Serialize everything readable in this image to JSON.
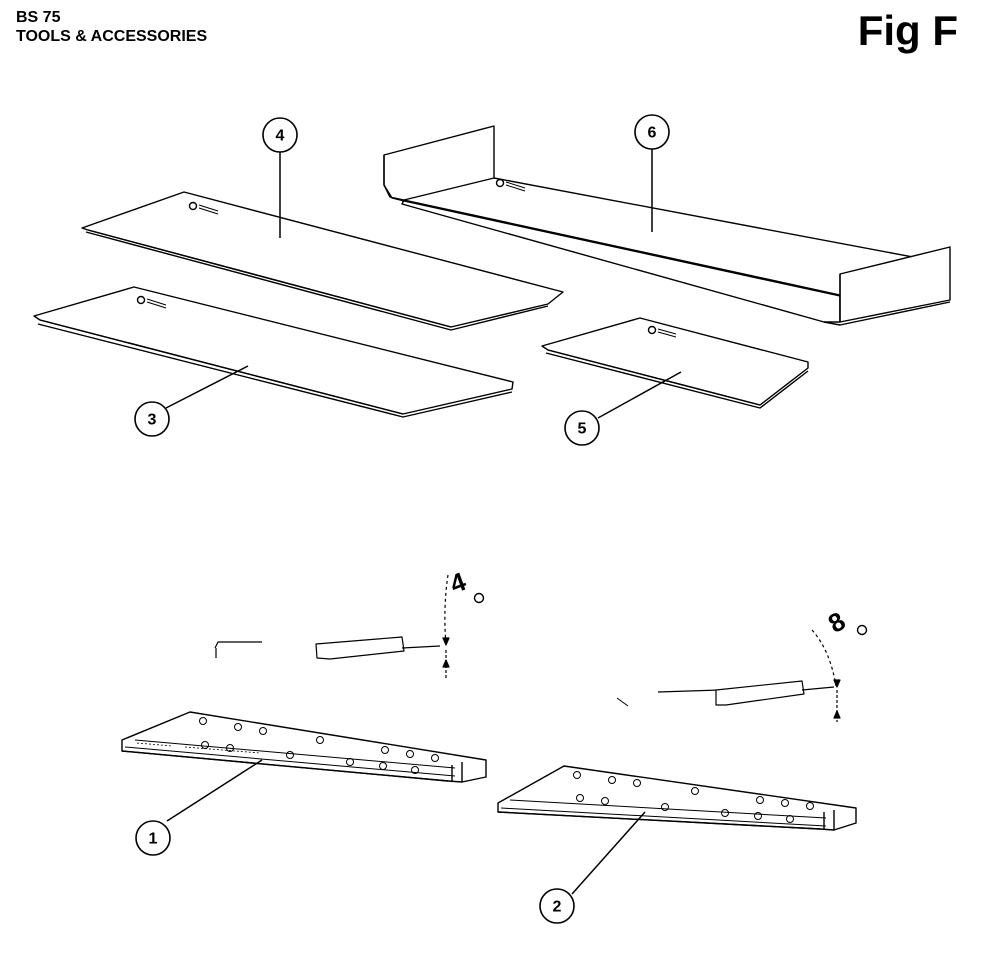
{
  "header": {
    "model": "BS 75",
    "section": "TOOLS & ACCESSORIES",
    "figure": "Fig F"
  },
  "callouts": [
    {
      "id": "1",
      "label": "1"
    },
    {
      "id": "2",
      "label": "2"
    },
    {
      "id": "3",
      "label": "3"
    },
    {
      "id": "4",
      "label": "4"
    },
    {
      "id": "5",
      "label": "5"
    },
    {
      "id": "6",
      "label": "6"
    }
  ],
  "annotations": {
    "angle_left": "4",
    "angle_right": "8"
  }
}
